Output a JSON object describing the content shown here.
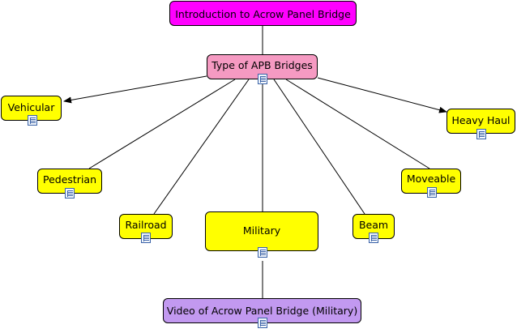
{
  "colors": {
    "root": "#ff00ff",
    "hub": "#f59ac2",
    "leaf": "#ffff00",
    "video": "#c299f0",
    "line": "#000000",
    "icon": "#3b63a8"
  },
  "nodes": {
    "intro": {
      "label": "Introduction to Acrow Panel Bridge",
      "icon": ""
    },
    "types": {
      "label": "Type of APB Bridges",
      "icon": "document-icon"
    },
    "vehicular": {
      "label": "Vehicular",
      "icon": "document-icon"
    },
    "heavy_haul": {
      "label": "Heavy Haul",
      "icon": "document-icon"
    },
    "pedestrian": {
      "label": "Pedestrian",
      "icon": "document-icon"
    },
    "moveable": {
      "label": "Moveable",
      "icon": "document-icon"
    },
    "railroad": {
      "label": "Railroad",
      "icon": "document-icon"
    },
    "military": {
      "label": "Military",
      "icon": "document-icon"
    },
    "beam": {
      "label": "Beam",
      "icon": "document-icon"
    },
    "video": {
      "label": "Video of Acrow Panel Bridge (Military)",
      "icon": "document-icon"
    }
  }
}
